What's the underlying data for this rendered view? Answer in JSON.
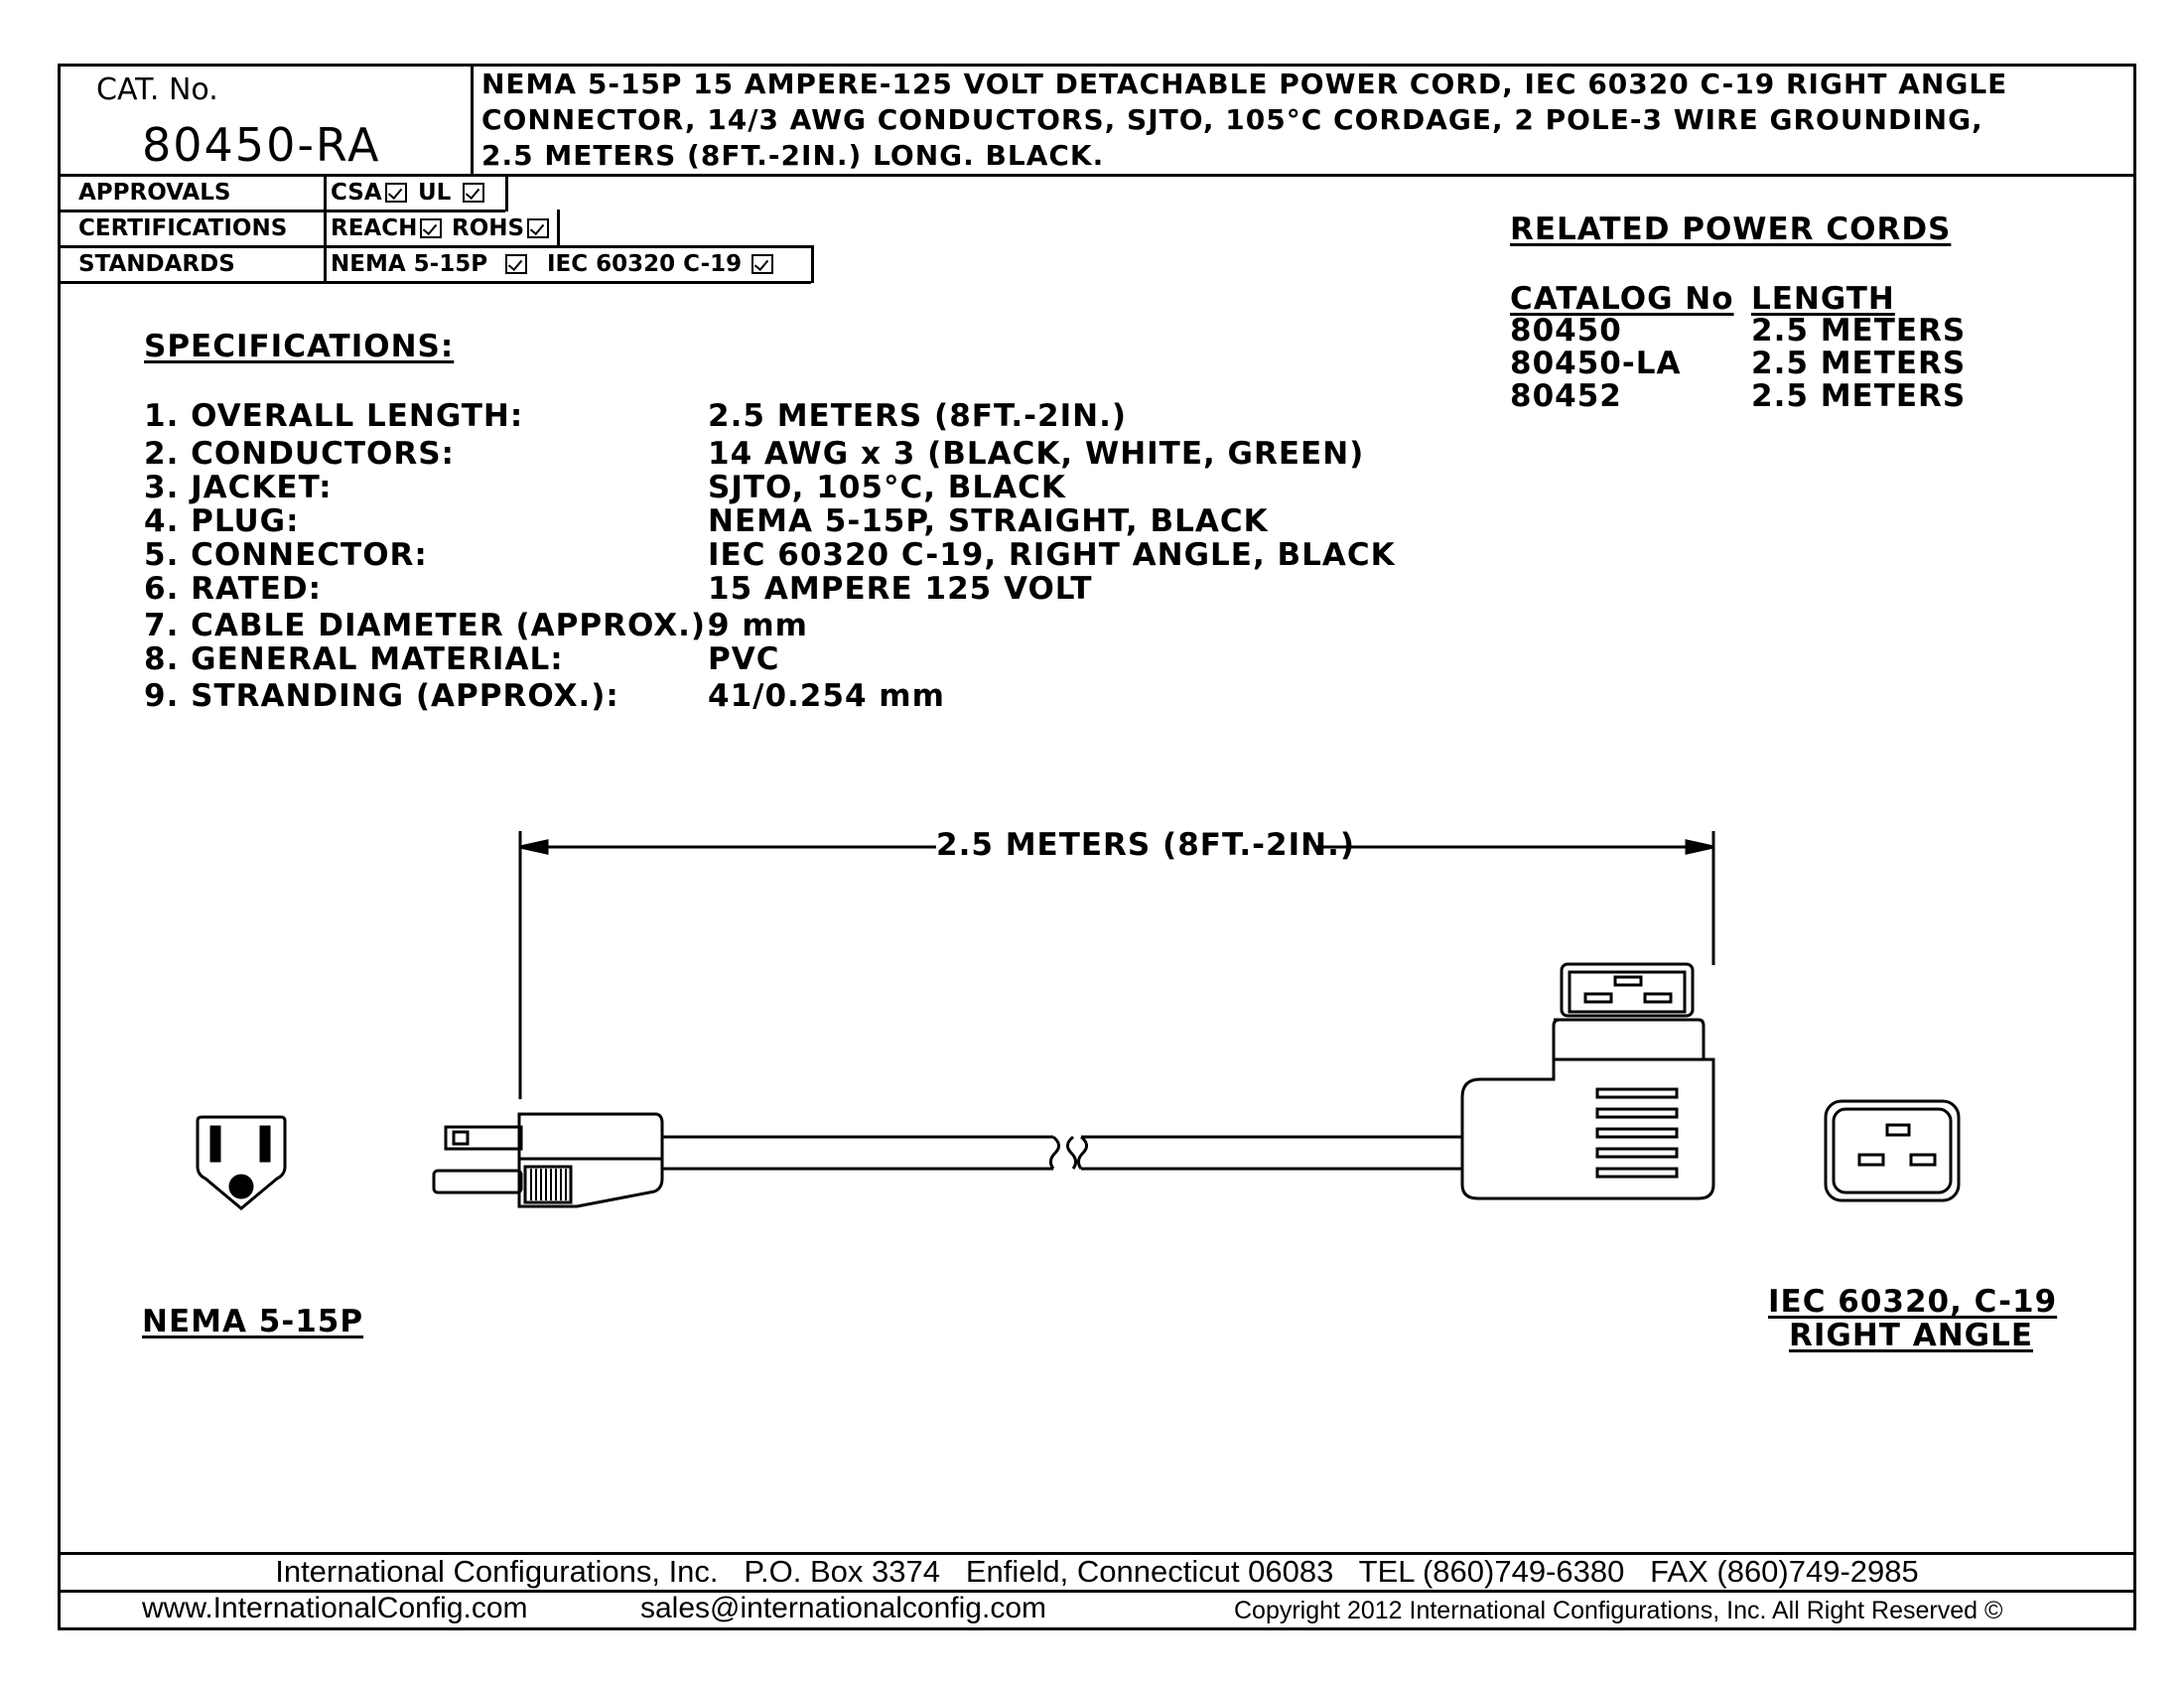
{
  "title_block": {
    "cat_label": "CAT. No.",
    "cat_number": "80450-RA",
    "description_lines": [
      "NEMA 5-15P 15 AMPERE-125 VOLT DETACHABLE POWER CORD, IEC 60320 C-19 RIGHT ANGLE",
      "CONNECTOR, 14/3 AWG CONDUCTORS, SJTO, 105°C CORDAGE, 2 POLE-3 WIRE GROUNDING,",
      "2.5 METERS (8FT.-2IN.) LONG. BLACK."
    ]
  },
  "compliance": {
    "approvals_label": "APPROVALS",
    "approvals": [
      "CSA",
      "UL"
    ],
    "certifications_label": "CERTIFICATIONS",
    "certifications": [
      "REACH",
      "ROHS"
    ],
    "standards_label": "STANDARDS",
    "standards": [
      "NEMA 5-15P",
      "IEC 60320 C-19"
    ]
  },
  "related": {
    "title": "RELATED POWER CORDS",
    "col_catalog": "CATALOG No",
    "col_length": "LENGTH",
    "rows": [
      {
        "catalog": "80450",
        "length": "2.5 METERS"
      },
      {
        "catalog": "80450-LA",
        "length": "2.5 METERS"
      },
      {
        "catalog": "80452",
        "length": "2.5 METERS"
      }
    ]
  },
  "specifications": {
    "title": "SPECIFICATIONS:",
    "items": [
      {
        "label": "1. OVERALL LENGTH:",
        "value": "2.5 METERS (8FT.-2IN.)"
      },
      {
        "label": "2. CONDUCTORS:",
        "value": "14 AWG x 3 (BLACK, WHITE, GREEN)"
      },
      {
        "label": "3. JACKET:",
        "value": "SJTO, 105°C, BLACK"
      },
      {
        "label": "4. PLUG:",
        "value": "NEMA 5-15P, STRAIGHT, BLACK"
      },
      {
        "label": "5. CONNECTOR:",
        "value": "IEC 60320 C-19, RIGHT ANGLE, BLACK"
      },
      {
        "label": "6. RATED:",
        "value": "15 AMPERE 125 VOLT"
      },
      {
        "label": "7. CABLE DIAMETER (APPROX.):",
        "value": "9 mm"
      },
      {
        "label": "8. GENERAL MATERIAL:",
        "value": "PVC"
      },
      {
        "label": "9. STRANDING (APPROX.):",
        "value": "41/0.254 mm"
      }
    ]
  },
  "drawing": {
    "dimension_label": "2.5 METERS (8FT.-2IN.)",
    "plug_label": "NEMA 5-15P",
    "connector_label_line1": "IEC 60320, C-19",
    "connector_label_line2": "RIGHT ANGLE"
  },
  "footer": {
    "line1": "International Configurations, Inc.   P.O. Box 3374   Enfield, Connecticut 06083   TEL (860)749-6380   FAX (860)749-2985",
    "website": "www.InternationalConfig.com",
    "email": "sales@internationalconfig.com",
    "copyright": "Copyright 2012 International Configurations, Inc. All Right Reserved ©"
  }
}
